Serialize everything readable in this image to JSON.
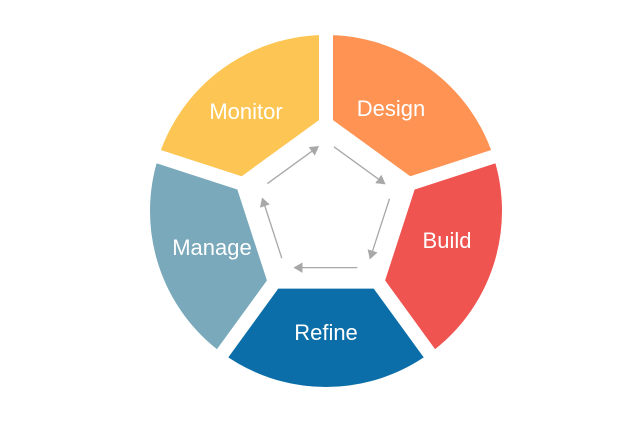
{
  "diagram": {
    "type": "cycle",
    "direction": "clockwise",
    "segments": [
      {
        "id": "design",
        "label": "Design",
        "color": "#fe9354"
      },
      {
        "id": "build",
        "label": "Build",
        "color": "#ef5451"
      },
      {
        "id": "refine",
        "label": "Refine",
        "color": "#0b6ea8"
      },
      {
        "id": "manage",
        "label": "Manage",
        "color": "#79a9bb"
      },
      {
        "id": "monitor",
        "label": "Monitor",
        "color": "#fdc654"
      }
    ],
    "arrow_color": "#a8a8a8"
  }
}
